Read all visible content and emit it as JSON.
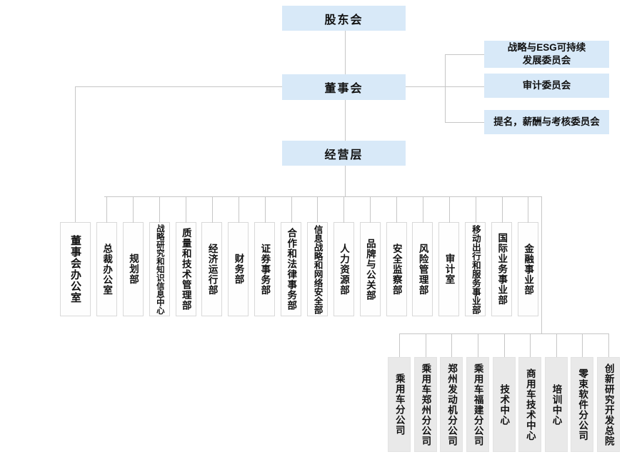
{
  "colors": {
    "level_box": "#d8e9f8",
    "committee_box": "#d8e9f8",
    "department_box": "#fefefe",
    "department_border": "#d9d9d9",
    "subsidiary_box": "#e9e9e9",
    "connector": "#c6c6c6",
    "text": "#111111"
  },
  "org": {
    "shareholders": "股东会",
    "board": "董事会",
    "management": "经营层",
    "committees": [
      "战略与ESG可持续\n发展委员会",
      "审计委员会",
      "提名，薪酬与考核委员会"
    ],
    "departments": [
      "董事会办公室",
      "总裁办公室",
      "规划部",
      "战略研究和知识信息中心",
      "质量和技术管理部",
      "经济运行部",
      "财务部",
      "证券事务部",
      "合作和法律事务部",
      "信息战略和网络安全部",
      "人力资源部",
      "品牌与公关部",
      "安全监察部",
      "风险管理部",
      "审计室",
      "移动出行和服务事业部",
      "国际业务事业部",
      "金融事业部"
    ],
    "subsidiaries": [
      "乘用车分公司",
      "乘用车郑州分公司",
      "郑州发动机分公司",
      "乘用车福建分公司",
      "技术中心",
      "商用车技术中心",
      "培训中心",
      "零束软件分公司",
      "创新研究开发总院"
    ]
  }
}
